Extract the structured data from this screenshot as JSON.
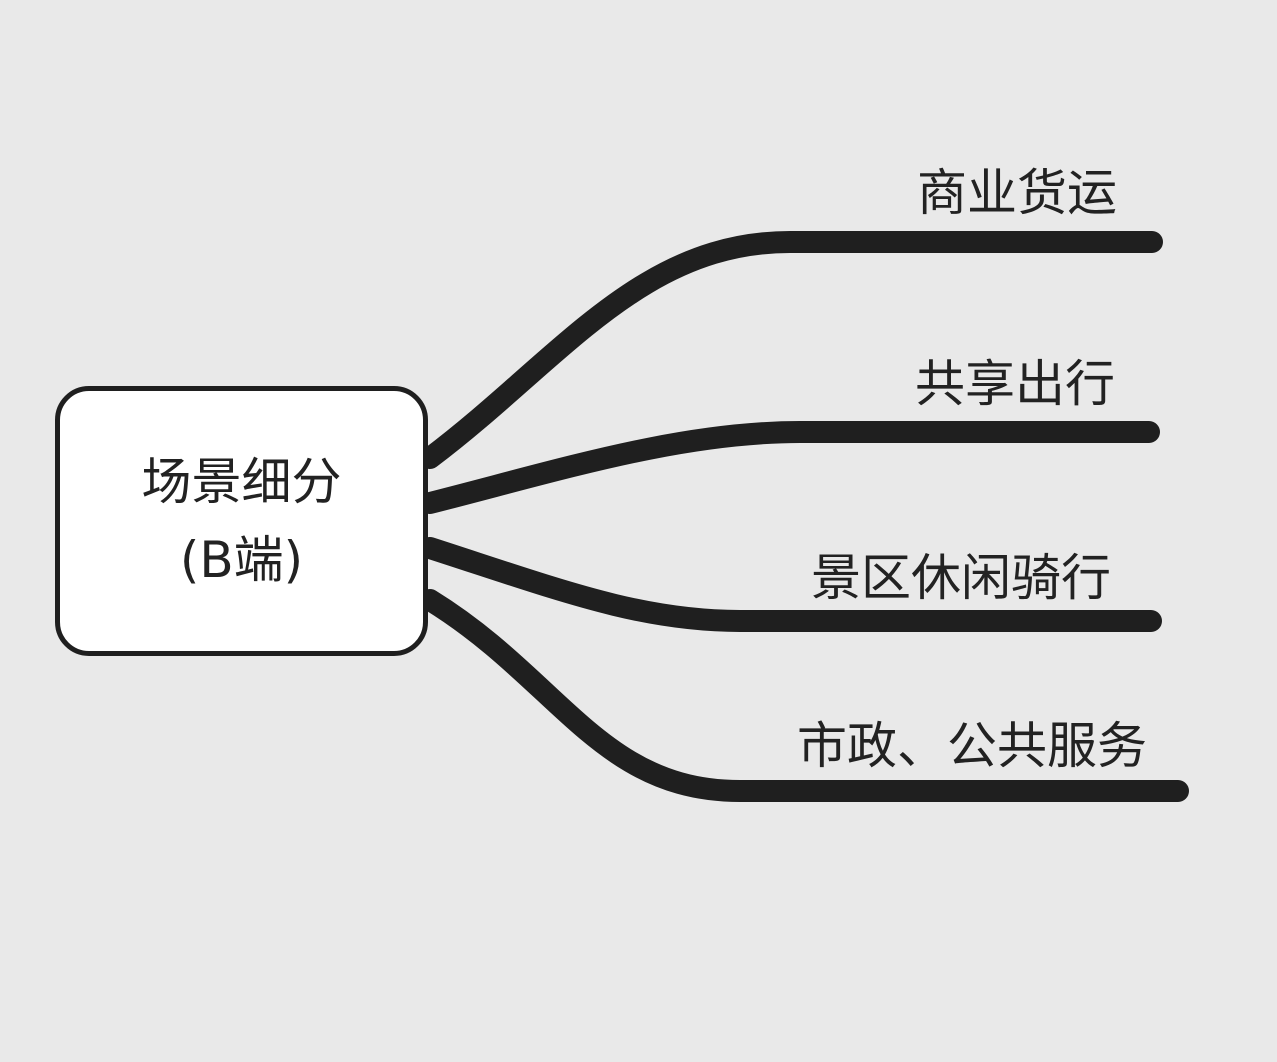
{
  "root": {
    "title": "场景细分",
    "subtitle": "(B端)"
  },
  "branches": [
    {
      "label": "商业货运"
    },
    {
      "label": "共享出行"
    },
    {
      "label": "景区休闲骑行"
    },
    {
      "label": "市政、公共服务"
    }
  ],
  "colors": {
    "background": "#e9e9e9",
    "line": "#1f1f1f",
    "node_fill": "#ffffff",
    "text": "#222222"
  }
}
